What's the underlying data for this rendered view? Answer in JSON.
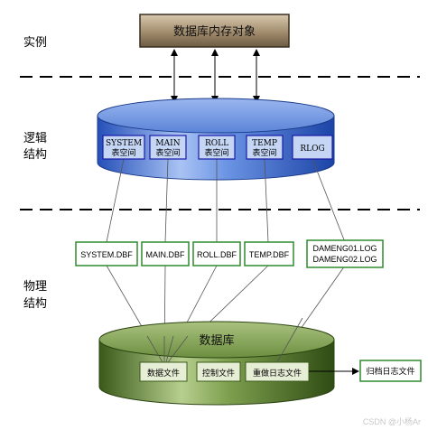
{
  "sections": {
    "instance": "实例",
    "logical_1": "逻辑",
    "logical_2": "结构",
    "physical_1": "物理",
    "physical_2": "结构"
  },
  "memory_box": {
    "label": "数据库内存对象"
  },
  "tablespaces": [
    {
      "name": "SYSTEM",
      "sub": "表空间"
    },
    {
      "name": "MAIN",
      "sub": "表空间"
    },
    {
      "name": "ROLL",
      "sub": "表空间"
    },
    {
      "name": "TEMP",
      "sub": "表空间"
    },
    {
      "name": "RLOG",
      "sub": ""
    }
  ],
  "data_files": [
    "SYSTEM.DBF",
    "MAIN.DBF",
    "ROLL.DBF",
    "TEMP.DBF"
  ],
  "log_files": [
    "DAMENG01.LOG",
    "DAMENG02.LOG"
  ],
  "database": {
    "label": "数据库",
    "items": [
      "数据文件",
      "控制文件",
      "重做日志文件"
    ]
  },
  "archive_log": "归档日志文件",
  "watermark": "CSDN @小杨Ar",
  "colors": {
    "logical_cylinder": "#3f6fd8",
    "physical_cylinder": "#557a2a",
    "file_border": "#2e8b2e",
    "tablespace_border": "#1a1aa8"
  }
}
